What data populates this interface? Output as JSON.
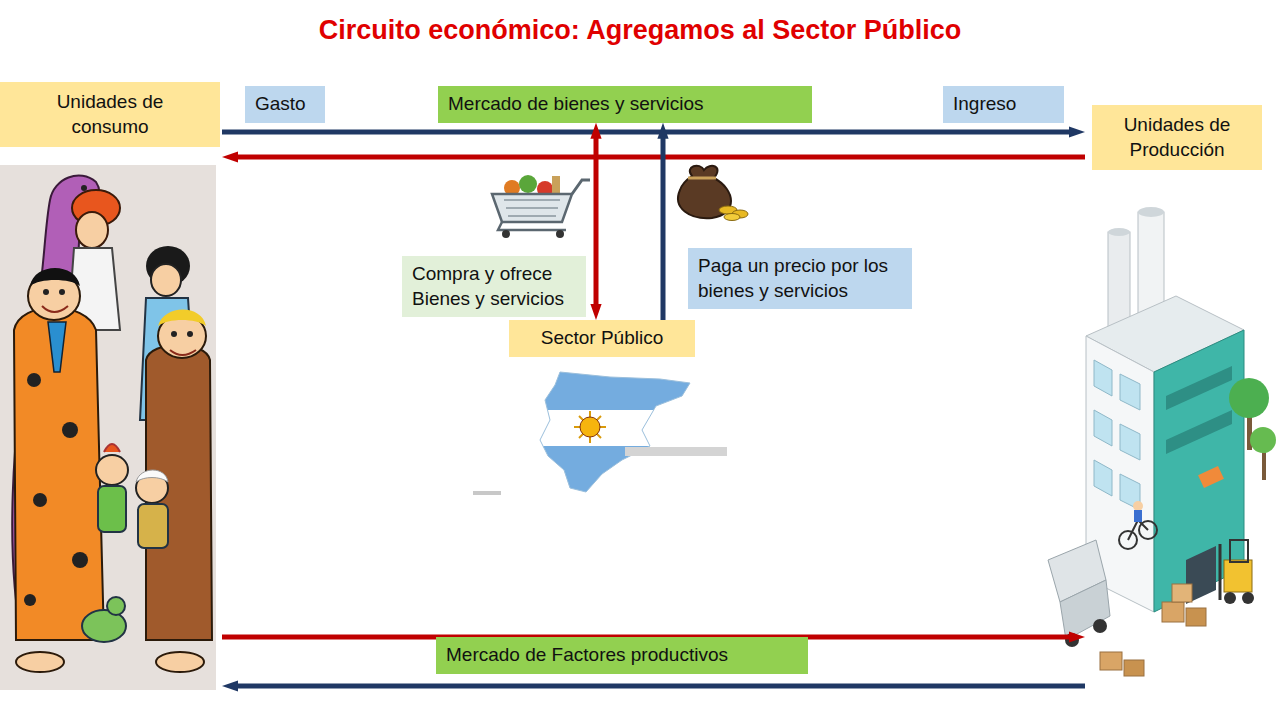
{
  "diagram": {
    "title": "Circuito económico: Agregamos al Sector Público",
    "nodes": [
      {
        "text": [
          "Unidades de consumo"
        ]
      },
      {
        "text": [
          "Gasto"
        ]
      },
      {
        "text": [
          "Mercado de bienes y servicios"
        ]
      },
      {
        "text": [
          "Ingreso"
        ]
      },
      {
        "text": [
          "Unidades de Producción"
        ]
      },
      {
        "text": [
          "Compra y ofrece Bienes y servicios"
        ]
      },
      {
        "text": [
          "Paga un precio por los bienes y servicios"
        ]
      },
      {
        "text": [
          "Sector Público"
        ]
      },
      {
        "text": [
          "Mercado de Factores productivos"
        ]
      }
    ],
    "edges": [
      {
        "from": 0,
        "to": 4,
        "arrow": "to"
      },
      {
        "from": 4,
        "to": 0,
        "arrow": "to"
      },
      {
        "from": 7,
        "to": 2,
        "arrow": "to"
      },
      {
        "from": 7,
        "to": 2,
        "arrow": "both"
      },
      {
        "from": 0,
        "to": 4,
        "arrow": "to"
      },
      {
        "from": 4,
        "to": 0,
        "arrow": "to"
      }
    ]
  }
}
